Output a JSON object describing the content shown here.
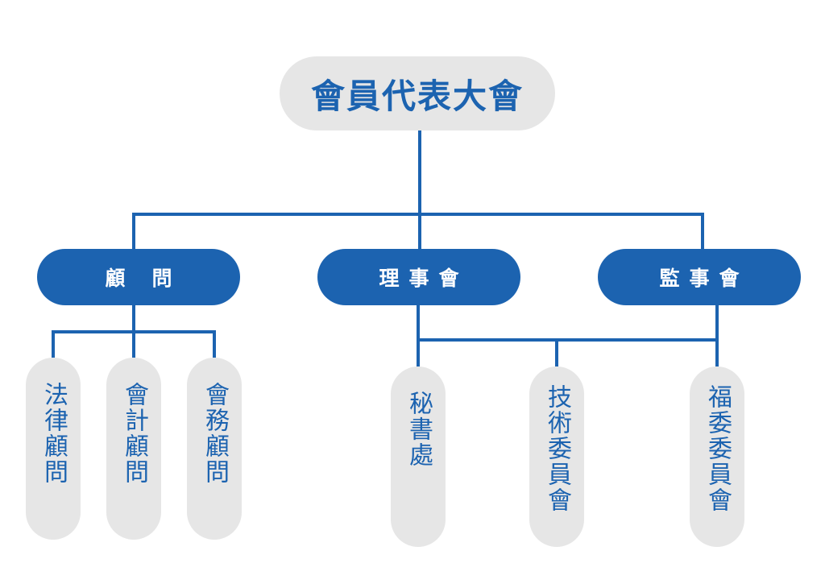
{
  "chart": {
    "root": "會員代表大會",
    "branches": [
      {
        "name": "顧　問",
        "children": [
          "法律顧問",
          "會計顧問",
          "會務顧問"
        ]
      },
      {
        "name": "理事會",
        "children": [
          "秘書處",
          "技術委員會",
          "福委委員會"
        ]
      },
      {
        "name": "監事會",
        "children": []
      }
    ]
  },
  "colors": {
    "primary_blue": "#1c63b0",
    "pill_gray": "#e6e6e6",
    "line_blue": "#1c63b0"
  }
}
